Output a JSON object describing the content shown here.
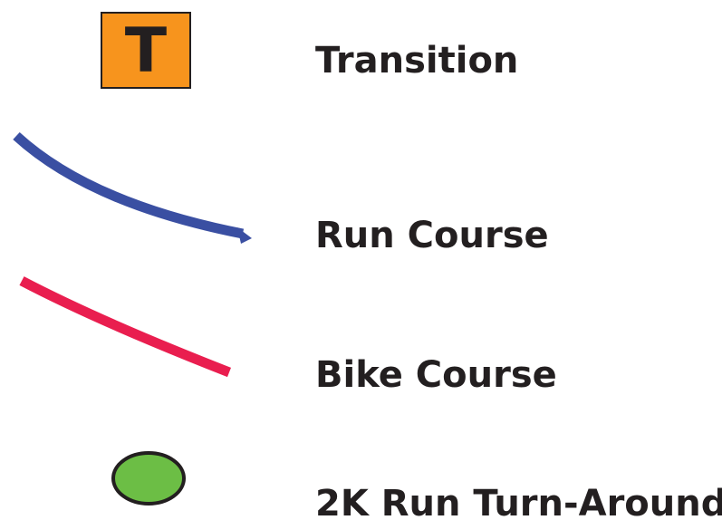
{
  "legend": {
    "items": [
      {
        "label": "Transition",
        "symbol": "transition-box-icon",
        "symbol_text": "T",
        "fill_color": "#f7941d",
        "stroke_color": "#231f20"
      },
      {
        "label": "Run Course",
        "symbol": "blue-route-line-icon",
        "line_color": "#3a4fa2"
      },
      {
        "label": "Bike Course",
        "symbol": "red-route-line-icon",
        "line_color": "#e91e4f"
      },
      {
        "label": "2K Run Turn-Around",
        "symbol": "green-circle-icon",
        "fill_color": "#6cbe45",
        "stroke_color": "#231f20"
      }
    ]
  }
}
